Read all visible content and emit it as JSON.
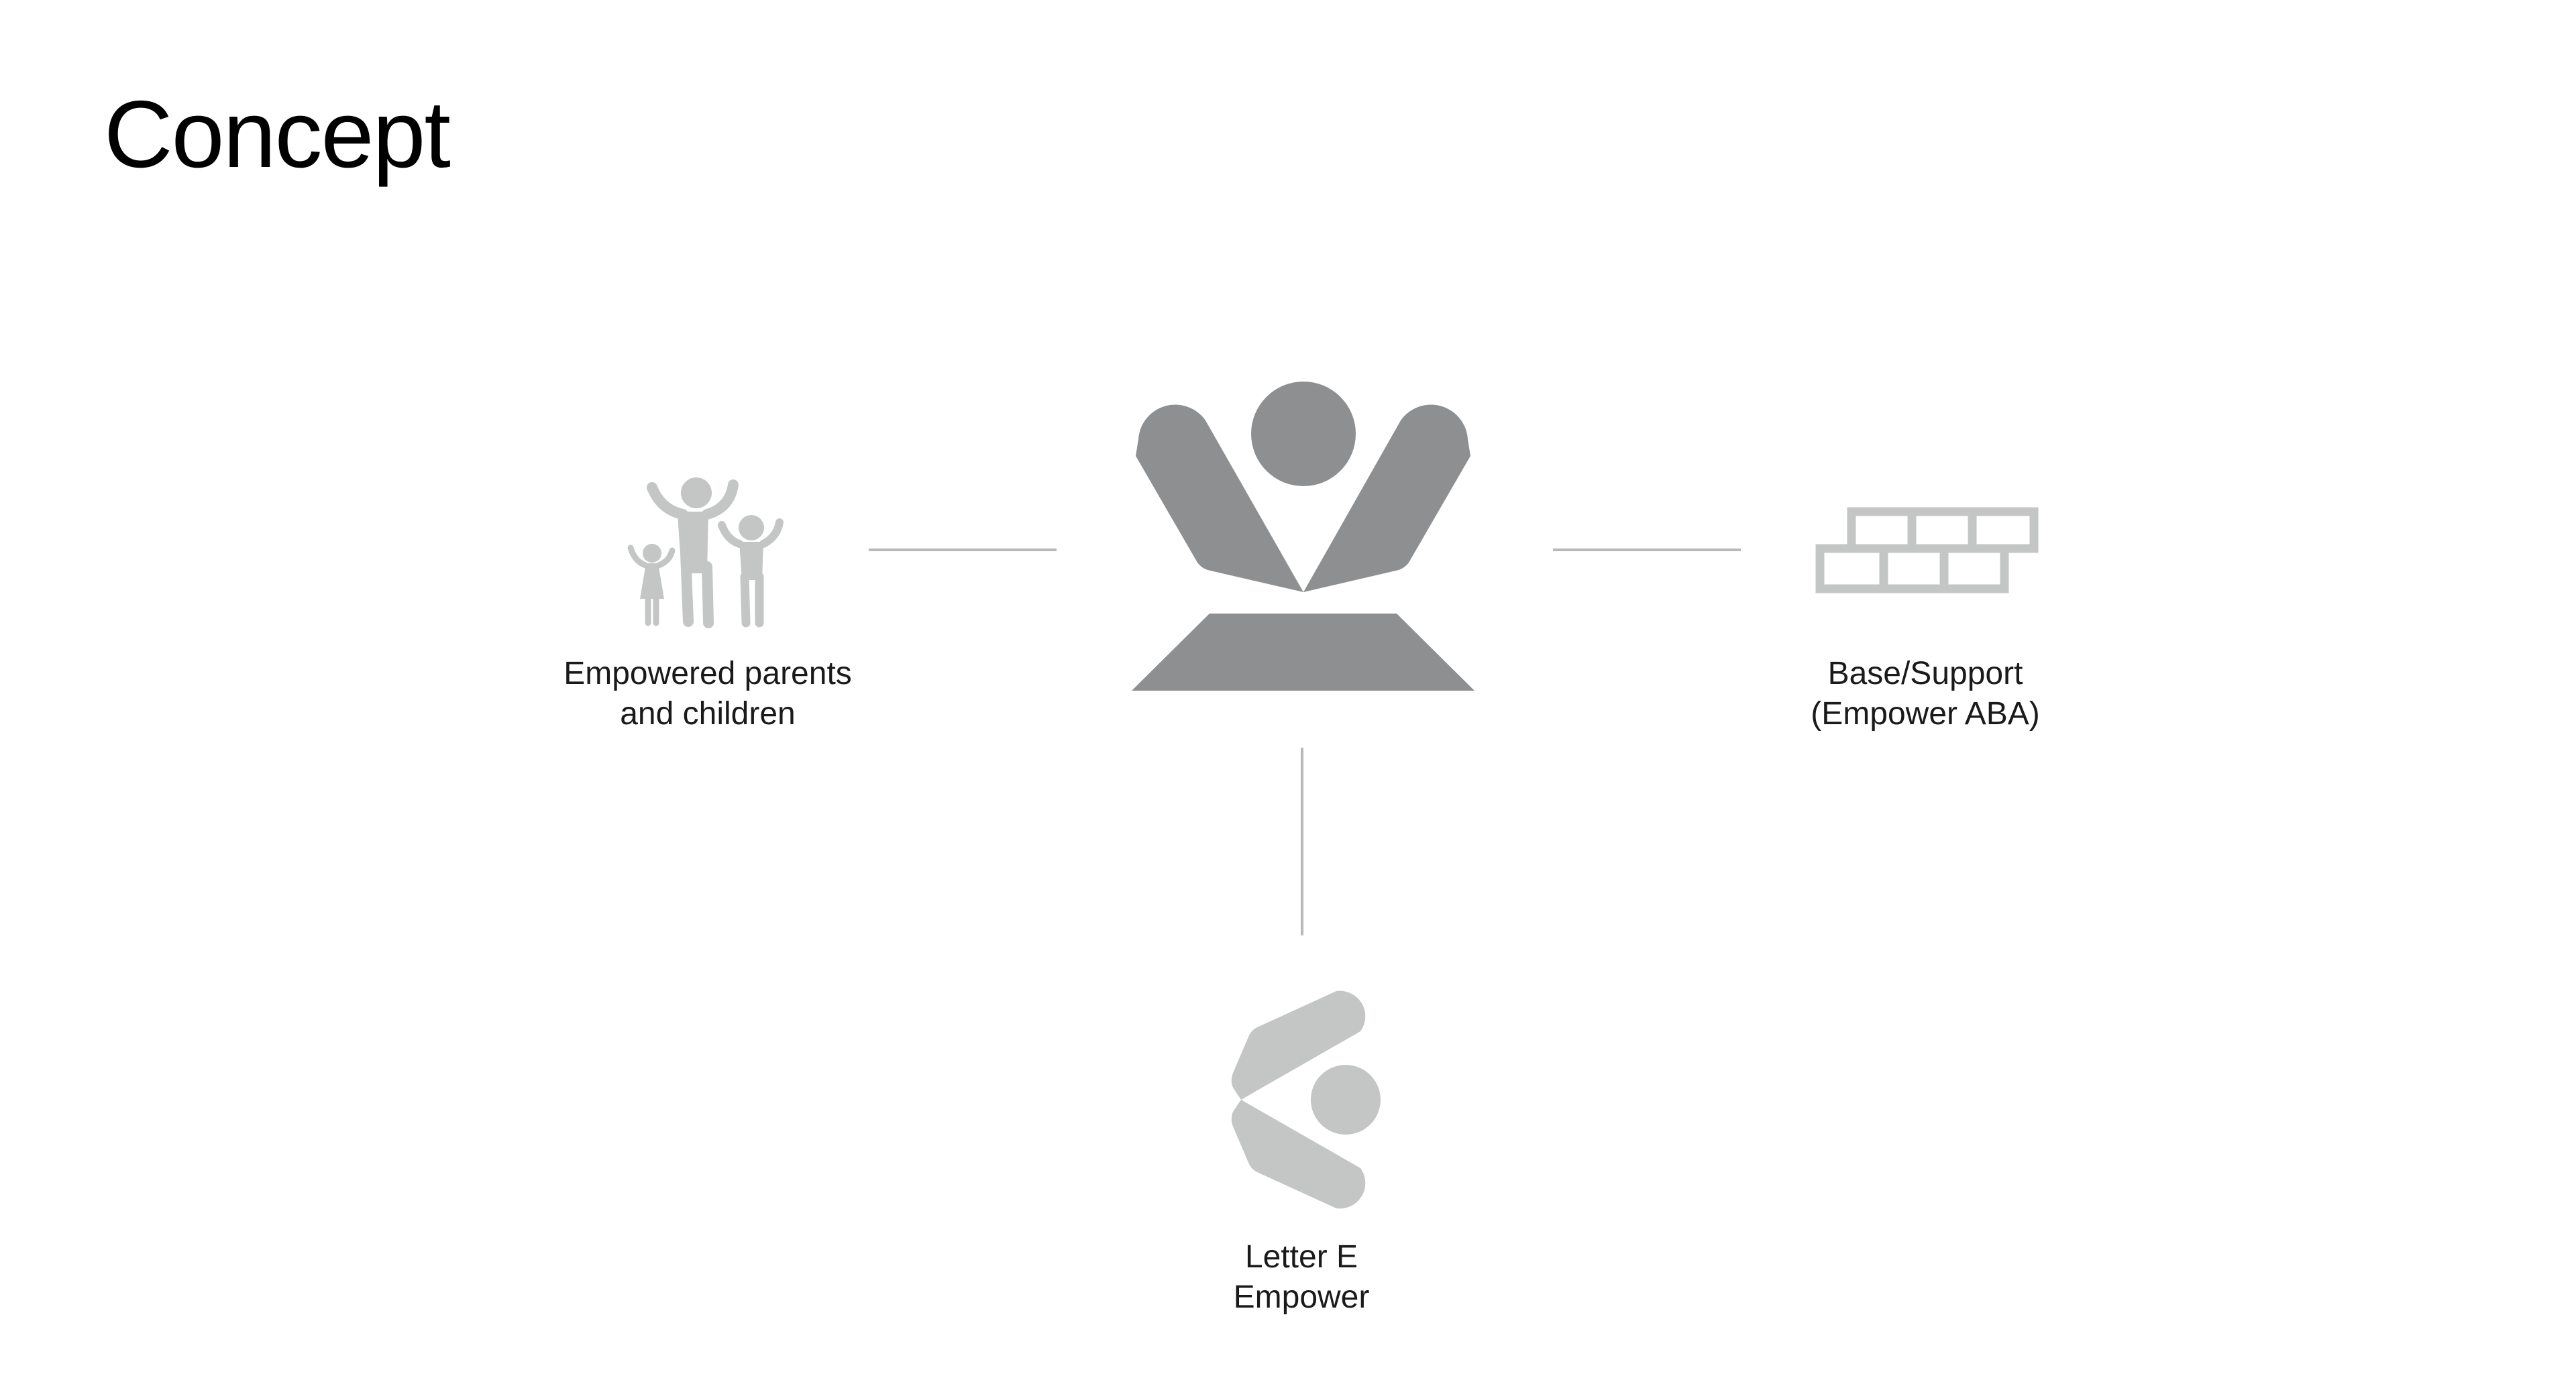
{
  "page": {
    "title": "Concept"
  },
  "nodes": {
    "family": {
      "icon": "family-icon",
      "label_line1": "Empowered parents",
      "label_line2": "and children"
    },
    "logo": {
      "icon": "empower-logo-icon"
    },
    "base": {
      "icon": "brick-wall-icon",
      "label_line1": "Base/Support",
      "label_line2": "(Empower ABA)"
    },
    "letter": {
      "icon": "letter-e-icon",
      "label_line1": "Letter E",
      "label_line2": "Empower"
    }
  },
  "colors": {
    "logo_fill": "#8e8f90",
    "icon_fill": "#c4c5c5",
    "connector": "#b8b8b8",
    "text": "#111111"
  }
}
